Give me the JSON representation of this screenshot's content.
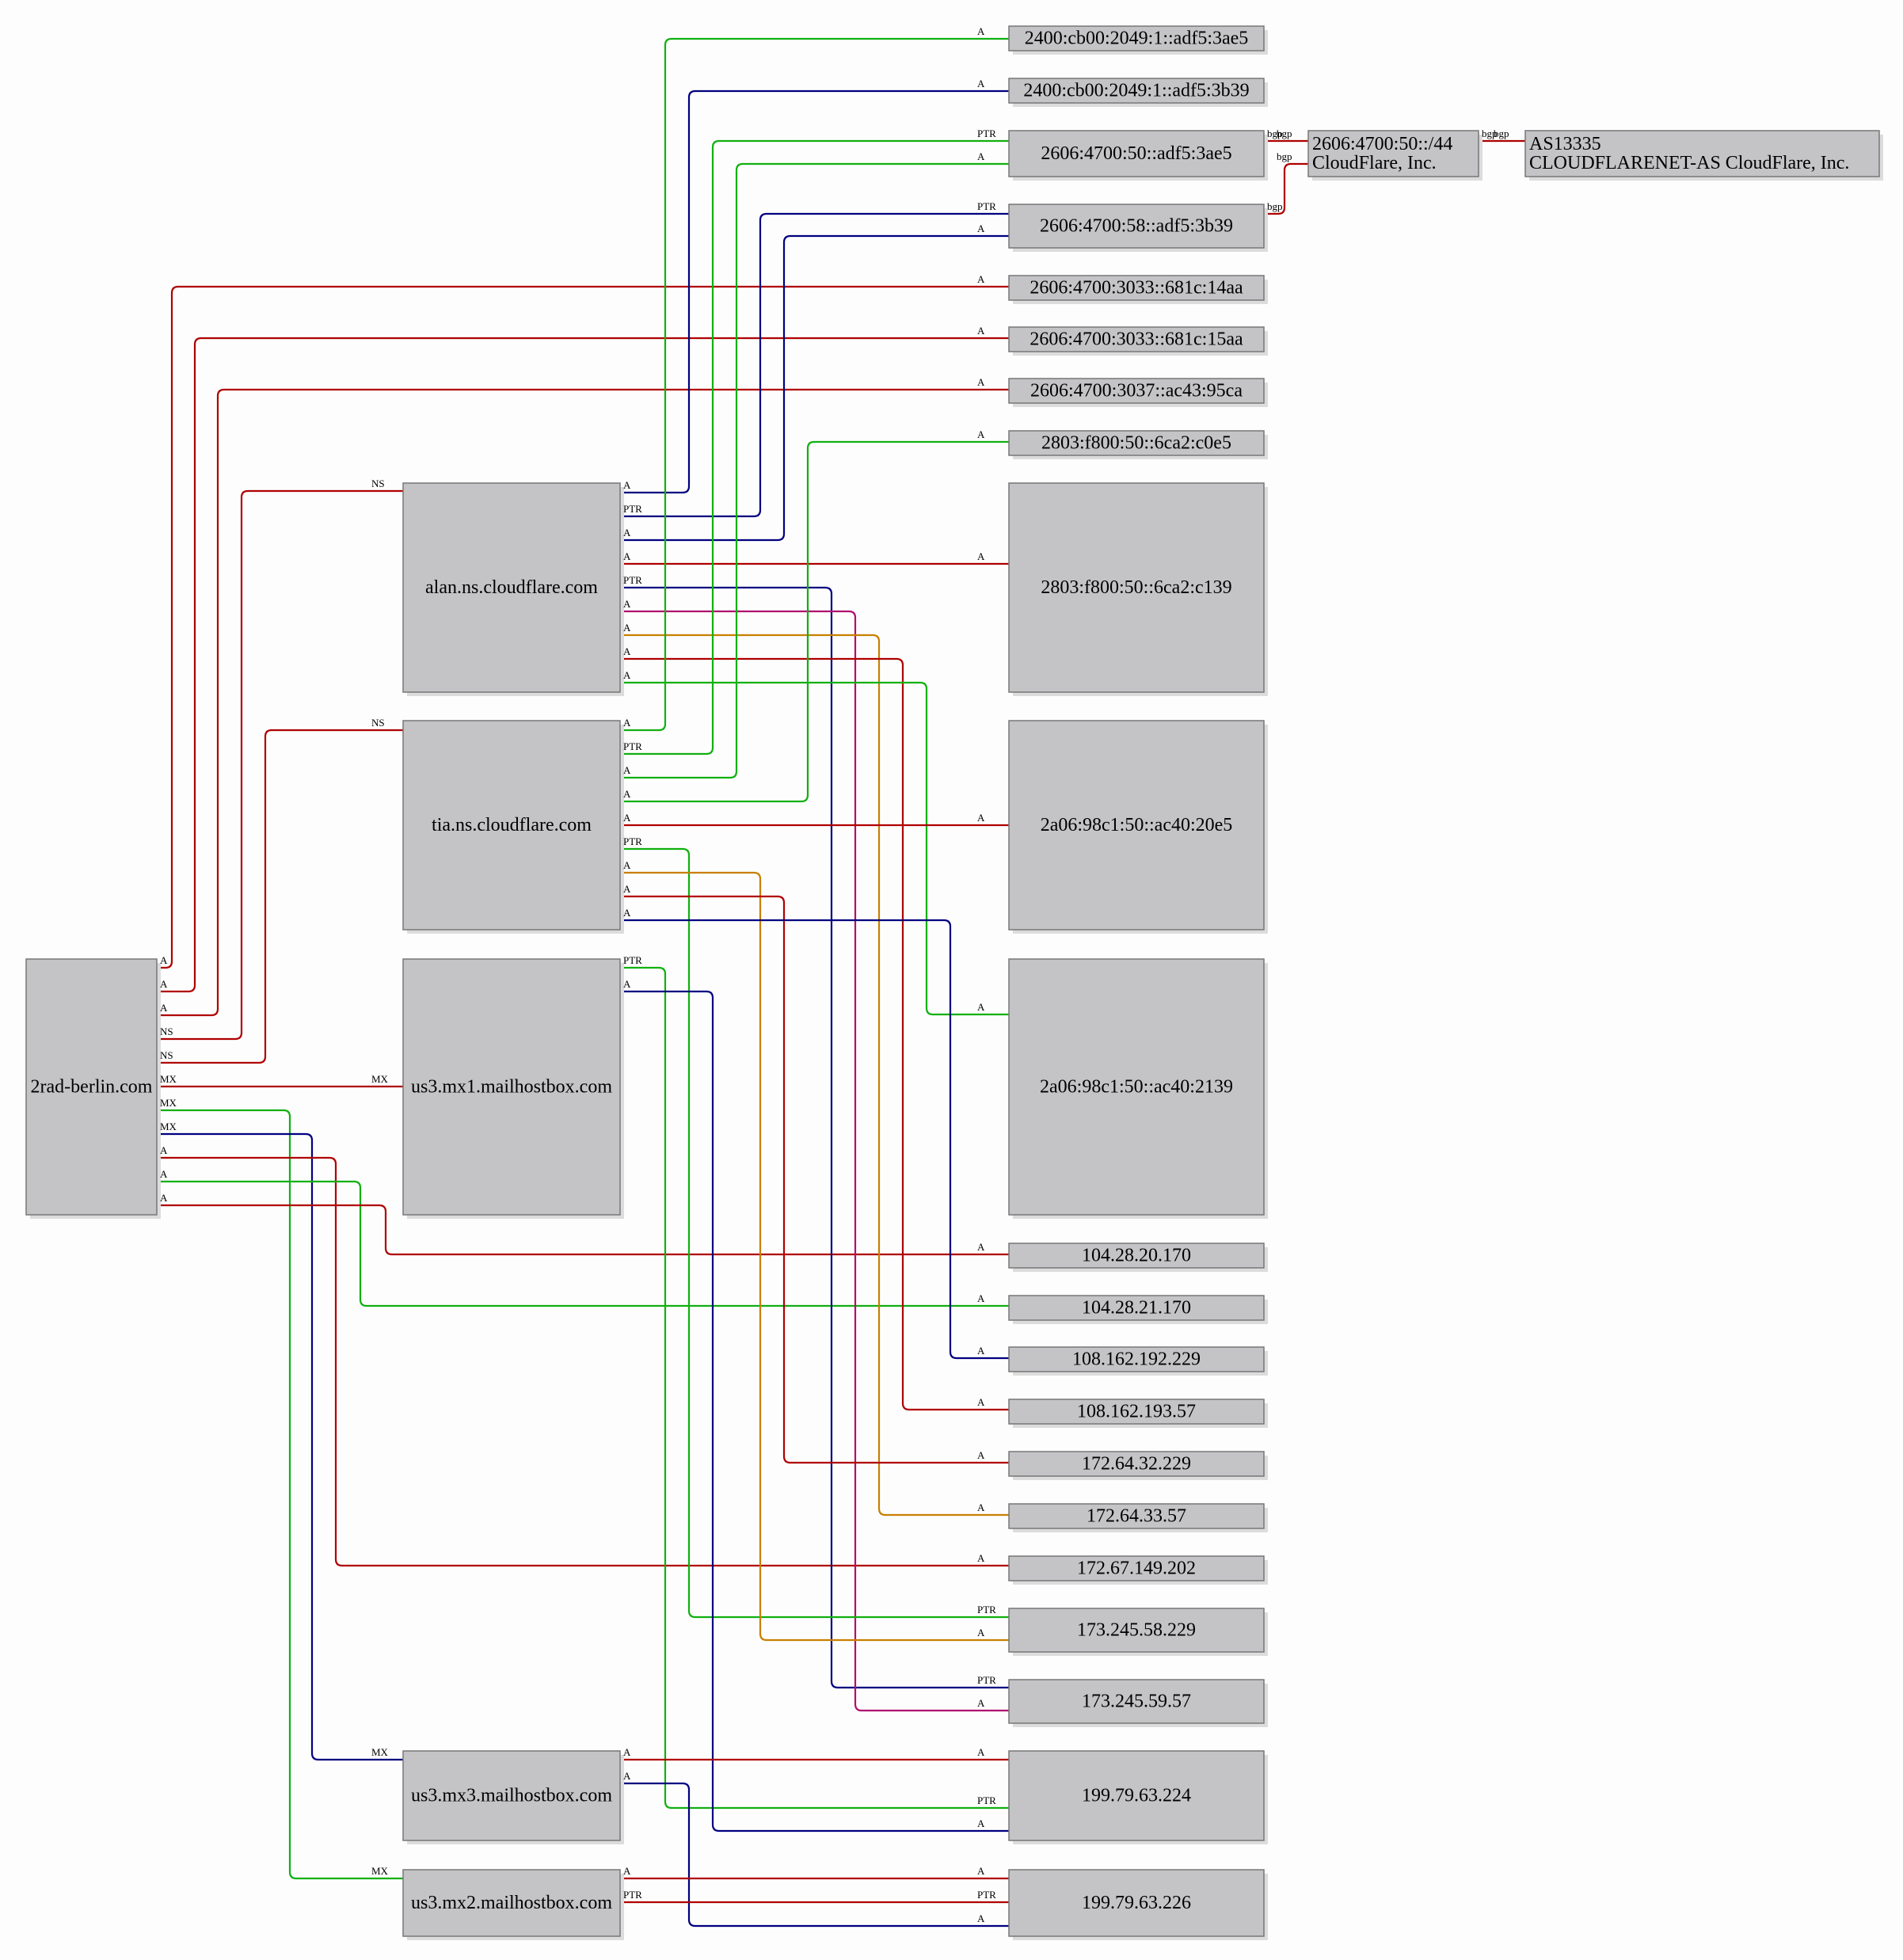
{
  "colors": {
    "red": "#b00000",
    "green": "#10b010",
    "navy": "#000080",
    "magenta": "#b0106e",
    "orange": "#c88000",
    "node_fill": "#c4c3c6",
    "node_stroke": "#777777",
    "shadow": "#dcdcdc",
    "background": "#fdfdfd"
  },
  "nodes": [
    {
      "id": "n_2rad",
      "lines": [
        "2rad-berlin.com"
      ],
      "align": "center"
    },
    {
      "id": "n_alan",
      "lines": [
        "alan.ns.cloudflare.com"
      ],
      "align": "center"
    },
    {
      "id": "n_tia",
      "lines": [
        "tia.ns.cloudflare.com"
      ],
      "align": "center"
    },
    {
      "id": "n_mx1",
      "lines": [
        "us3.mx1.mailhostbox.com"
      ],
      "align": "center"
    },
    {
      "id": "n_mx3",
      "lines": [
        "us3.mx3.mailhostbox.com"
      ],
      "align": "center"
    },
    {
      "id": "n_mx2",
      "lines": [
        "us3.mx2.mailhostbox.com"
      ],
      "align": "center"
    },
    {
      "id": "n_v6_1",
      "lines": [
        "2400:cb00:2049:1::adf5:3ae5"
      ],
      "align": "center"
    },
    {
      "id": "n_v6_2",
      "lines": [
        "2400:cb00:2049:1::adf5:3b39"
      ],
      "align": "center"
    },
    {
      "id": "n_v6_3",
      "lines": [
        "2606:4700:50::adf5:3ae5"
      ],
      "align": "center"
    },
    {
      "id": "n_v6_4",
      "lines": [
        "2606:4700:58::adf5:3b39"
      ],
      "align": "center"
    },
    {
      "id": "n_v6_5",
      "lines": [
        "2606:4700:3033::681c:14aa"
      ],
      "align": "center"
    },
    {
      "id": "n_v6_6",
      "lines": [
        "2606:4700:3033::681c:15aa"
      ],
      "align": "center"
    },
    {
      "id": "n_v6_7",
      "lines": [
        "2606:4700:3037::ac43:95ca"
      ],
      "align": "center"
    },
    {
      "id": "n_v6_8",
      "lines": [
        "2803:f800:50::6ca2:c0e5"
      ],
      "align": "center"
    },
    {
      "id": "n_v6_9",
      "lines": [
        "2803:f800:50::6ca2:c139"
      ],
      "align": "center"
    },
    {
      "id": "n_v6_10",
      "lines": [
        "2a06:98c1:50::ac40:20e5"
      ],
      "align": "center"
    },
    {
      "id": "n_v6_11",
      "lines": [
        "2a06:98c1:50::ac40:2139"
      ],
      "align": "center"
    },
    {
      "id": "n_v4_1",
      "lines": [
        "104.28.20.170"
      ],
      "align": "center"
    },
    {
      "id": "n_v4_2",
      "lines": [
        "104.28.21.170"
      ],
      "align": "center"
    },
    {
      "id": "n_v4_3",
      "lines": [
        "108.162.192.229"
      ],
      "align": "center"
    },
    {
      "id": "n_v4_4",
      "lines": [
        "108.162.193.57"
      ],
      "align": "center"
    },
    {
      "id": "n_v4_5",
      "lines": [
        "172.64.32.229"
      ],
      "align": "center"
    },
    {
      "id": "n_v4_6",
      "lines": [
        "172.64.33.57"
      ],
      "align": "center"
    },
    {
      "id": "n_v4_7",
      "lines": [
        "172.67.149.202"
      ],
      "align": "center"
    },
    {
      "id": "n_v4_8",
      "lines": [
        "173.245.58.229"
      ],
      "align": "center"
    },
    {
      "id": "n_v4_9",
      "lines": [
        "173.245.59.57"
      ],
      "align": "center"
    },
    {
      "id": "n_v4_10",
      "lines": [
        "199.79.63.224"
      ],
      "align": "center"
    },
    {
      "id": "n_v4_11",
      "lines": [
        "199.79.63.226"
      ],
      "align": "center"
    },
    {
      "id": "n_prefix",
      "lines": [
        "2606:4700:50::/44",
        "CloudFlare, Inc."
      ],
      "align": "left"
    },
    {
      "id": "n_asn",
      "lines": [
        "AS13335",
        "CLOUDFLARENET-AS CloudFlare, Inc."
      ],
      "align": "left"
    }
  ],
  "edges": [
    {
      "from": "n_2rad",
      "to": "n_v6_5",
      "label": "A",
      "color": "red"
    },
    {
      "from": "n_2rad",
      "to": "n_v6_6",
      "label": "A",
      "color": "red"
    },
    {
      "from": "n_2rad",
      "to": "n_v6_7",
      "label": "A",
      "color": "red"
    },
    {
      "from": "n_2rad",
      "to": "n_alan",
      "label": "NS",
      "color": "red"
    },
    {
      "from": "n_2rad",
      "to": "n_tia",
      "label": "NS",
      "color": "red"
    },
    {
      "from": "n_2rad",
      "to": "n_mx1",
      "label": "MX",
      "color": "red"
    },
    {
      "from": "n_2rad",
      "to": "n_mx2",
      "label": "MX",
      "color": "green"
    },
    {
      "from": "n_2rad",
      "to": "n_mx3",
      "label": "MX",
      "color": "navy"
    },
    {
      "from": "n_2rad",
      "to": "n_v4_7",
      "label": "A",
      "color": "red"
    },
    {
      "from": "n_2rad",
      "to": "n_v4_2",
      "label": "A",
      "color": "green"
    },
    {
      "from": "n_2rad",
      "to": "n_v4_1",
      "label": "A",
      "color": "red"
    },
    {
      "from": "n_alan",
      "to": "n_v6_2",
      "label": "A",
      "color": "navy"
    },
    {
      "from": "n_alan",
      "to": "n_v6_4",
      "label": "PTR",
      "color": "navy"
    },
    {
      "from": "n_alan",
      "to": "n_v6_4",
      "label": "A",
      "color": "navy"
    },
    {
      "from": "n_alan",
      "to": "n_v6_9",
      "label": "A",
      "color": "red"
    },
    {
      "from": "n_alan",
      "to": "n_v4_9",
      "label": "PTR",
      "color": "navy"
    },
    {
      "from": "n_alan",
      "to": "n_v4_9",
      "label": "A",
      "color": "magenta"
    },
    {
      "from": "n_alan",
      "to": "n_v4_6",
      "label": "A",
      "color": "orange"
    },
    {
      "from": "n_alan",
      "to": "n_v4_4",
      "label": "A",
      "color": "red"
    },
    {
      "from": "n_alan",
      "to": "n_v6_11",
      "label": "A",
      "color": "green"
    },
    {
      "from": "n_tia",
      "to": "n_v6_1",
      "label": "A",
      "color": "green"
    },
    {
      "from": "n_tia",
      "to": "n_v6_3",
      "label": "PTR",
      "color": "green"
    },
    {
      "from": "n_tia",
      "to": "n_v6_3",
      "label": "A",
      "color": "green"
    },
    {
      "from": "n_tia",
      "to": "n_v6_8",
      "label": "A",
      "color": "green"
    },
    {
      "from": "n_tia",
      "to": "n_v6_10",
      "label": "A",
      "color": "red"
    },
    {
      "from": "n_tia",
      "to": "n_v4_8",
      "label": "PTR",
      "color": "green"
    },
    {
      "from": "n_tia",
      "to": "n_v4_8",
      "label": "A",
      "color": "orange"
    },
    {
      "from": "n_tia",
      "to": "n_v4_5",
      "label": "A",
      "color": "red"
    },
    {
      "from": "n_tia",
      "to": "n_v4_3",
      "label": "A",
      "color": "navy"
    },
    {
      "from": "n_mx1",
      "to": "n_v4_10",
      "label": "PTR",
      "color": "green"
    },
    {
      "from": "n_mx1",
      "to": "n_v4_10",
      "label": "A",
      "color": "navy"
    },
    {
      "from": "n_mx3",
      "to": "n_v4_10",
      "label": "A",
      "color": "red"
    },
    {
      "from": "n_mx3",
      "to": "n_v4_11",
      "label": "A",
      "color": "navy"
    },
    {
      "from": "n_mx2",
      "to": "n_v4_11",
      "label": "A",
      "color": "red"
    },
    {
      "from": "n_mx2",
      "to": "n_v4_11",
      "label": "PTR",
      "color": "red"
    },
    {
      "from": "n_v6_3",
      "to": "n_prefix",
      "label": "bgp",
      "color": "red"
    },
    {
      "from": "n_v6_4",
      "to": "n_prefix",
      "label": "bgp",
      "color": "red"
    },
    {
      "from": "n_prefix",
      "to": "n_asn",
      "label": "bgp",
      "color": "red"
    }
  ]
}
